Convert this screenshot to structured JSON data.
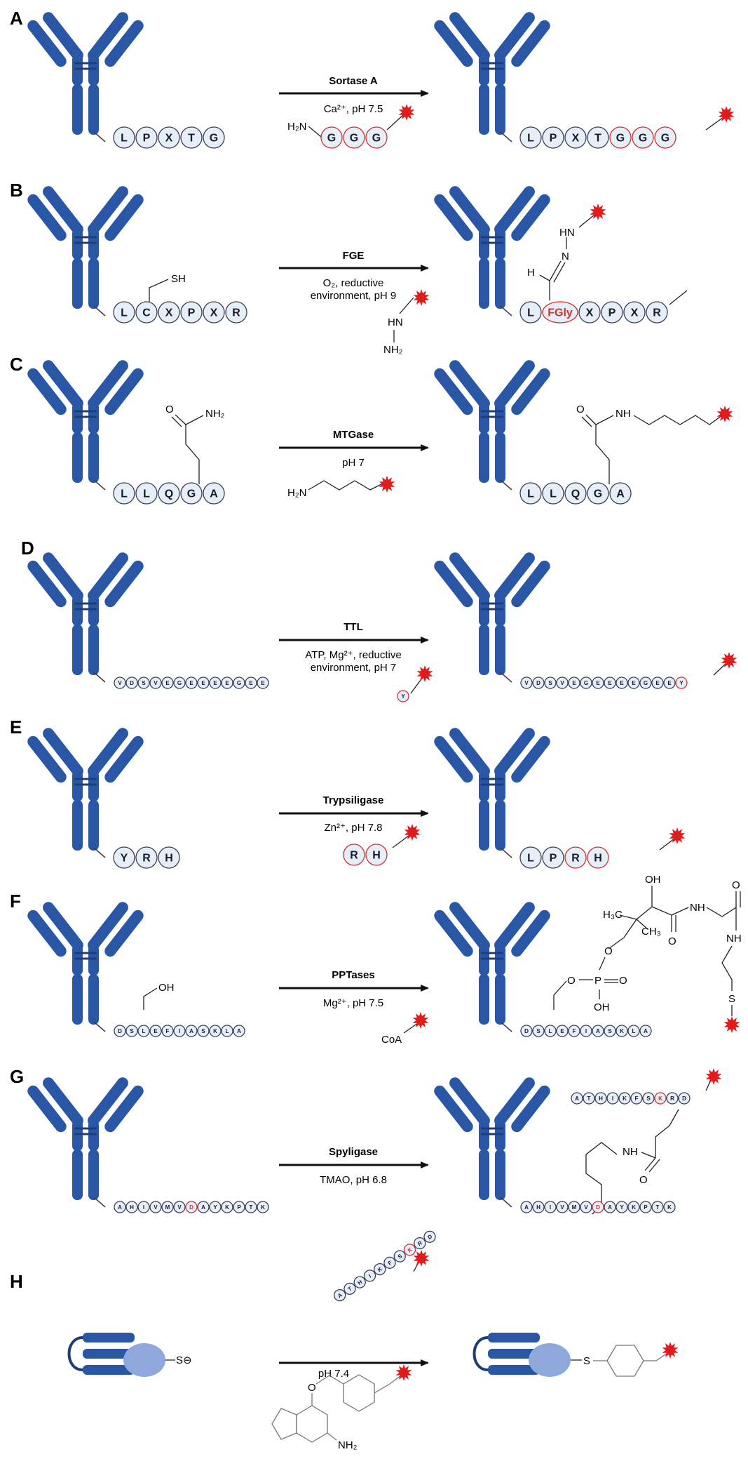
{
  "colors": {
    "antibody": "#2a56a6",
    "antibody_hinge": "#1f3e78",
    "residue_fill": "#e6eef8",
    "residue_stroke": "#3a3f56",
    "highlight": "#d32f2f",
    "payload_star": "#e11b1b",
    "nanobody_ligase": "#8fa8dc"
  },
  "icons": {
    "antibody": "antibody-icon",
    "payload": "red-star-icon",
    "arrow": "reaction-arrow-icon"
  },
  "panels": [
    {
      "label": "A",
      "enzyme": "Sortase A",
      "conditions": [
        "Ca²⁺, pH 7.5"
      ],
      "substrate_tag": [
        "L",
        "P",
        "X",
        "T",
        "G"
      ],
      "reagent_residues": [
        "G",
        "G",
        "G"
      ],
      "reagent_prefix": "H₂N",
      "product_tag": [
        "L",
        "P",
        "X",
        "T",
        "G",
        "G",
        "G"
      ]
    },
    {
      "label": "B",
      "enzyme": "FGE",
      "conditions": [
        "O₂, reductive",
        "environment, pH 9"
      ],
      "substrate_tag": [
        "L",
        "C",
        "X",
        "P",
        "X",
        "R"
      ],
      "substrate_group": "SH",
      "reagent_atoms": [
        "HN",
        "NH₂"
      ],
      "product_tag": [
        "L",
        "FGly",
        "X",
        "P",
        "X",
        "R"
      ],
      "product_atoms": [
        "H",
        "N",
        "HN"
      ]
    },
    {
      "label": "C",
      "enzyme": "MTGase",
      "conditions": [
        "pH 7"
      ],
      "substrate_tag": [
        "L",
        "L",
        "Q",
        "G",
        "A"
      ],
      "substrate_group": "NH₂",
      "substrate_atom": "O",
      "reagent_prefix": "H₂N",
      "product_tag": [
        "L",
        "L",
        "Q",
        "G",
        "A"
      ],
      "product_atoms": [
        "O",
        "NH"
      ]
    },
    {
      "label": "D",
      "enzyme": "TTL",
      "conditions": [
        "ATP, Mg²⁺, reductive",
        "environment, pH 7"
      ],
      "substrate_tag": [
        "V",
        "D",
        "S",
        "V",
        "E",
        "G",
        "E",
        "E",
        "E",
        "E",
        "G",
        "E",
        "E"
      ],
      "reagent_residues": [
        "Y"
      ],
      "product_tag": [
        "V",
        "D",
        "S",
        "V",
        "E",
        "G",
        "E",
        "E",
        "E",
        "E",
        "G",
        "E",
        "E",
        "Y"
      ]
    },
    {
      "label": "E",
      "enzyme": "Trypsiligase",
      "conditions": [
        "Zn²⁺, pH 7.8"
      ],
      "substrate_tag": [
        "Y",
        "R",
        "H"
      ],
      "reagent_residues": [
        "R",
        "H"
      ],
      "product_tag": [
        "L",
        "P",
        "R",
        "H"
      ]
    },
    {
      "label": "F",
      "enzyme": "PPTases",
      "conditions": [
        "Mg²⁺, pH 7.5"
      ],
      "substrate_tag": [
        "D",
        "S",
        "L",
        "E",
        "F",
        "I",
        "A",
        "S",
        "K",
        "L",
        "A"
      ],
      "substrate_group": "OH",
      "reagent_prefix": "CoA",
      "product_tag": [
        "D",
        "S",
        "L",
        "E",
        "F",
        "I",
        "A",
        "S",
        "K",
        "L",
        "A"
      ],
      "product_atoms": [
        "OH",
        "H₃C",
        "CH₃",
        "NH",
        "O",
        "O",
        "P",
        "O",
        "O",
        "OH",
        "O",
        "NH",
        "S"
      ]
    },
    {
      "label": "G",
      "enzyme": "Spyligase",
      "conditions": [
        "TMAO, pH 6.8"
      ],
      "substrate_tag": [
        "A",
        "H",
        "I",
        "V",
        "M",
        "V",
        "D",
        "A",
        "Y",
        "K",
        "P",
        "T",
        "K"
      ],
      "highlight_index": 6,
      "reagent_tag": [
        "A",
        "T",
        "H",
        "I",
        "K",
        "F",
        "S",
        "K",
        "R",
        "D"
      ],
      "reagent_highlight_index": 7,
      "product_tag": [
        "A",
        "H",
        "I",
        "V",
        "M",
        "V",
        "D",
        "A",
        "Y",
        "K",
        "P",
        "T",
        "K"
      ],
      "product_top_tag": [
        "A",
        "T",
        "H",
        "I",
        "K",
        "F",
        "S",
        "K",
        "R",
        "D"
      ],
      "product_atoms": [
        "NH",
        "O"
      ]
    },
    {
      "label": "H",
      "enzyme": "",
      "conditions": [
        "pH 7.4"
      ],
      "substrate_group": "S⊖",
      "reagent_atoms": [
        "O",
        "NH₂"
      ],
      "product_atoms": [
        "S"
      ]
    }
  ]
}
